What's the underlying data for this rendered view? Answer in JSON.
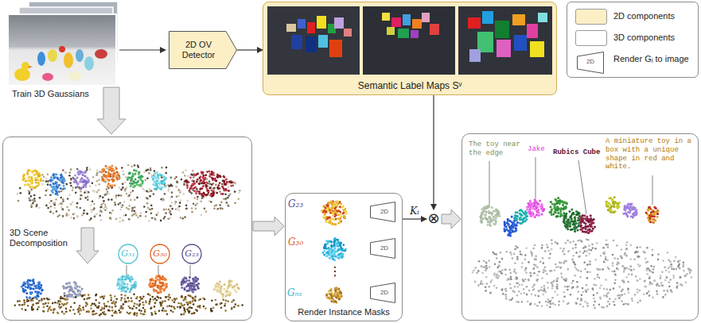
{
  "diagram": {
    "nodes": [
      {
        "text": [
          "2D OV Detector"
        ]
      },
      {
        "text": [
          "Semantic Label Maps Sᵛ"
        ]
      },
      {
        "text": [
          "3D Scene Decomposition"
        ]
      },
      {
        "text": [
          "G₃₁"
        ],
        "in": 2
      },
      {
        "text": [
          "G₃₀"
        ],
        "in": 2
      },
      {
        "text": [
          "G₂₃"
        ],
        "in": 2
      },
      {
        "text": [
          "Render Instance Masks"
        ]
      },
      {
        "text": [
          "2D"
        ],
        "in": 6
      },
      {
        "text": [
          "2D"
        ],
        "in": 6
      },
      {
        "text": [
          "2D"
        ],
        "in": 6
      },
      {
        "text": [
          "⊗"
        ]
      },
      {
        "text": [
          "The toy near the edge",
          "Jake",
          "Rubics Cube",
          "A miniature toy in a box with a unique shape in red and white."
        ]
      }
    ],
    "edges": [
      {
        "from": 0,
        "to": 1,
        "arrow": "to"
      },
      {
        "from": 2,
        "to": 6,
        "arrow": "to"
      },
      {
        "from": 6,
        "to": 10,
        "arrow": "to",
        "label": "Kᵢ"
      },
      {
        "from": 1,
        "to": 10,
        "arrow": "to"
      },
      {
        "from": 10,
        "to": 11,
        "arrow": "to"
      }
    ],
    "labels": [
      "Train 3D Gaussians",
      "G₂₃",
      "G₃₀",
      "⋮",
      "Gₙₛ",
      "2D"
    ],
    "legend": [
      {
        "text": "2D components",
        "color": "#fcefc6"
      },
      {
        "text": "3D components",
        "color": "#ffffff"
      },
      {
        "text": "Render Gᵢ to image"
      }
    ]
  }
}
